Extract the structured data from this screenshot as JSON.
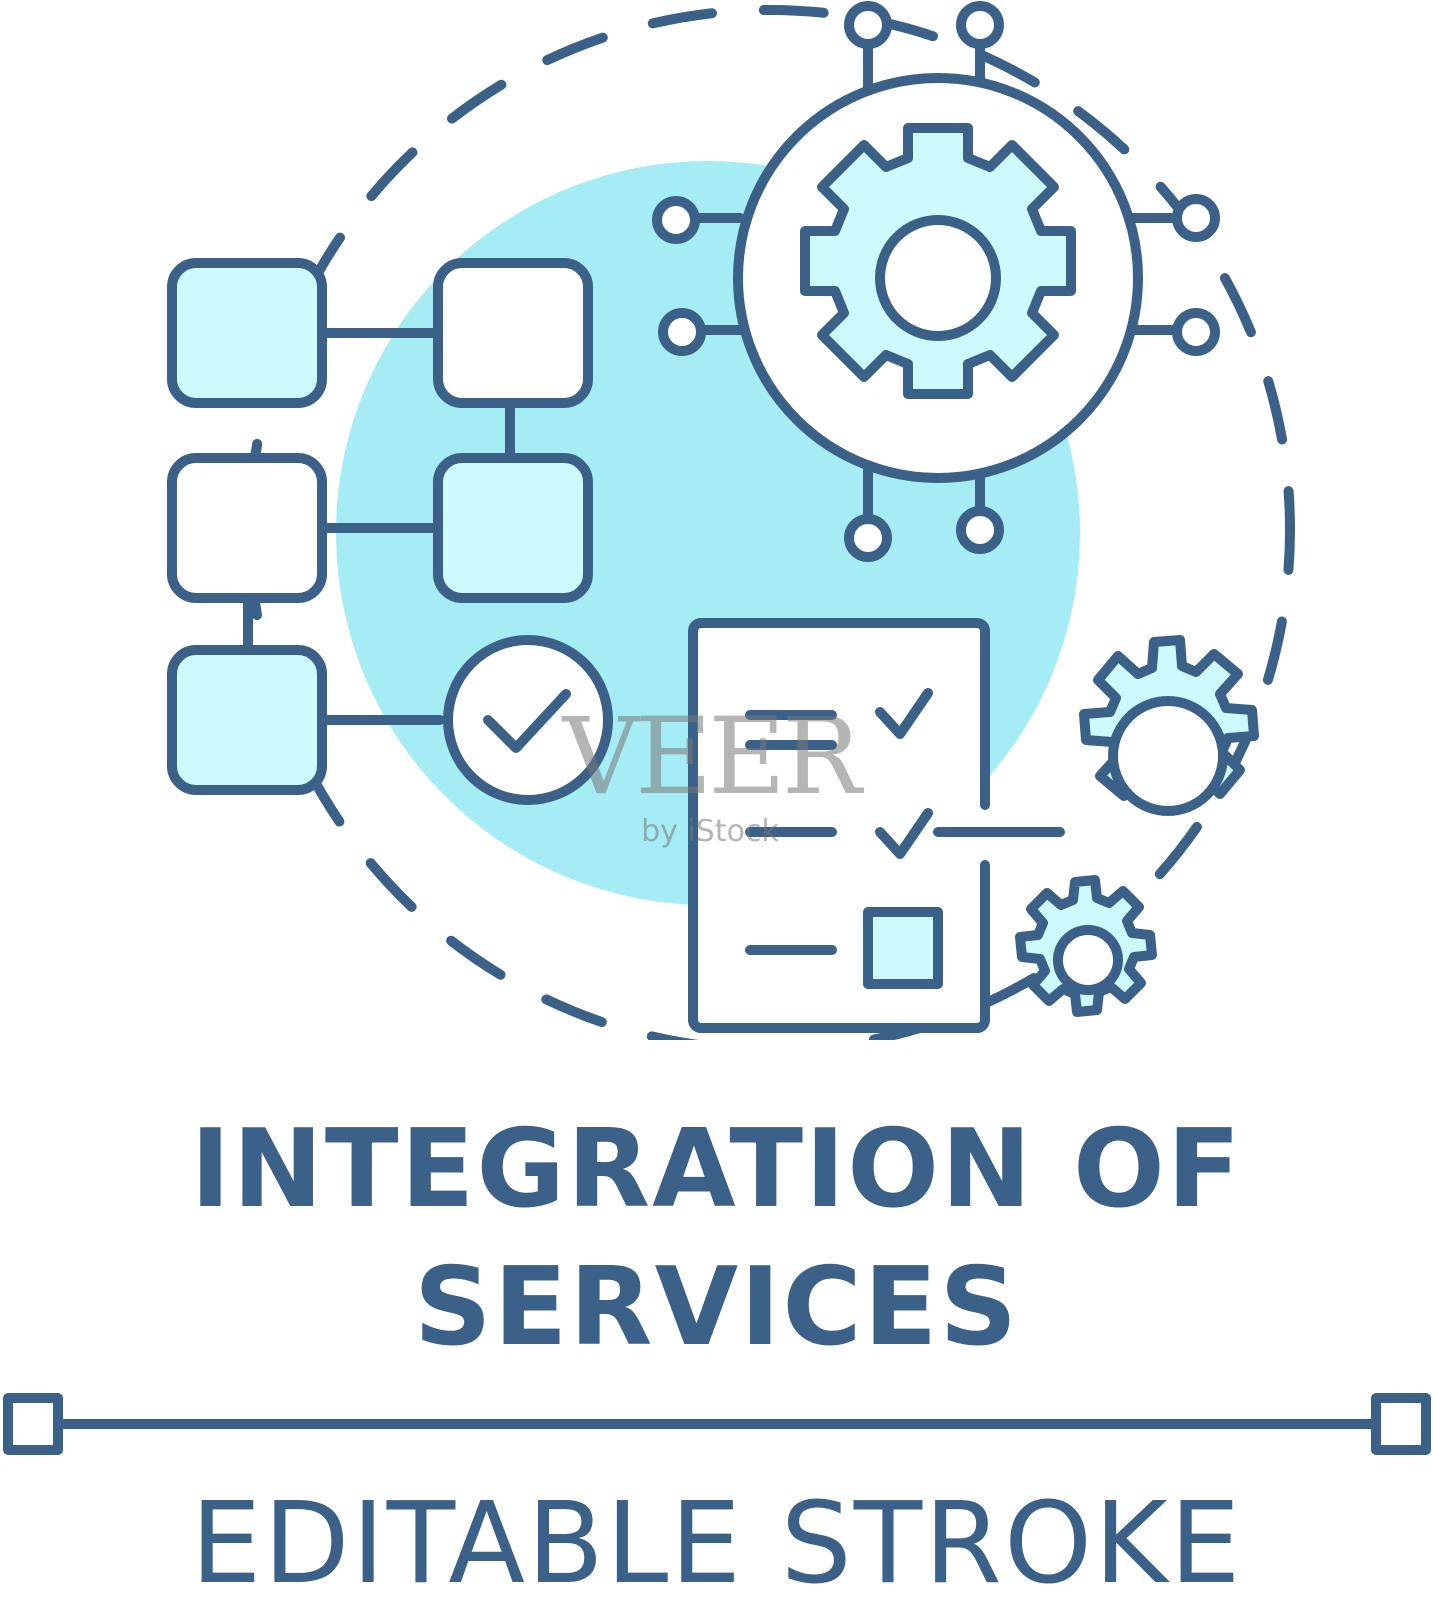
{
  "title": {
    "line1": "INTEGRATION OF",
    "line2": "SERVICES"
  },
  "caption": "EDITABLE STROKE",
  "watermark": {
    "brand": "VEER",
    "sub": "by iStock"
  },
  "colors": {
    "stroke": "#3b6189",
    "accent_circle": "#a5ecf4",
    "light_fill": "#cdfbfd",
    "background": "#ffffff"
  },
  "icons": [
    "flowchart-icon",
    "gear-network-icon",
    "checklist-icon",
    "check-circle-icon",
    "gears-icon"
  ]
}
